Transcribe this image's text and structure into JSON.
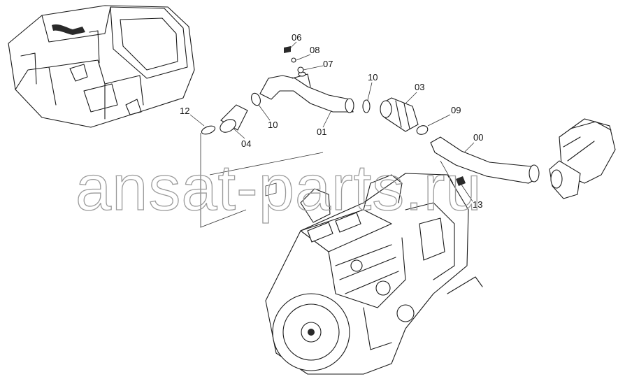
{
  "parts": [
    {
      "id": "p06",
      "label": "06"
    },
    {
      "id": "p08",
      "label": "08"
    },
    {
      "id": "p07",
      "label": "07"
    },
    {
      "id": "p10a",
      "label": "10"
    },
    {
      "id": "p03",
      "label": "03"
    },
    {
      "id": "p12",
      "label": "12"
    },
    {
      "id": "p10b",
      "label": "10"
    },
    {
      "id": "p09",
      "label": "09"
    },
    {
      "id": "p01",
      "label": "01"
    },
    {
      "id": "p04",
      "label": "04"
    },
    {
      "id": "p00",
      "label": "00"
    },
    {
      "id": "p13",
      "label": "13"
    }
  ],
  "watermark": "ansat-parts.ru"
}
